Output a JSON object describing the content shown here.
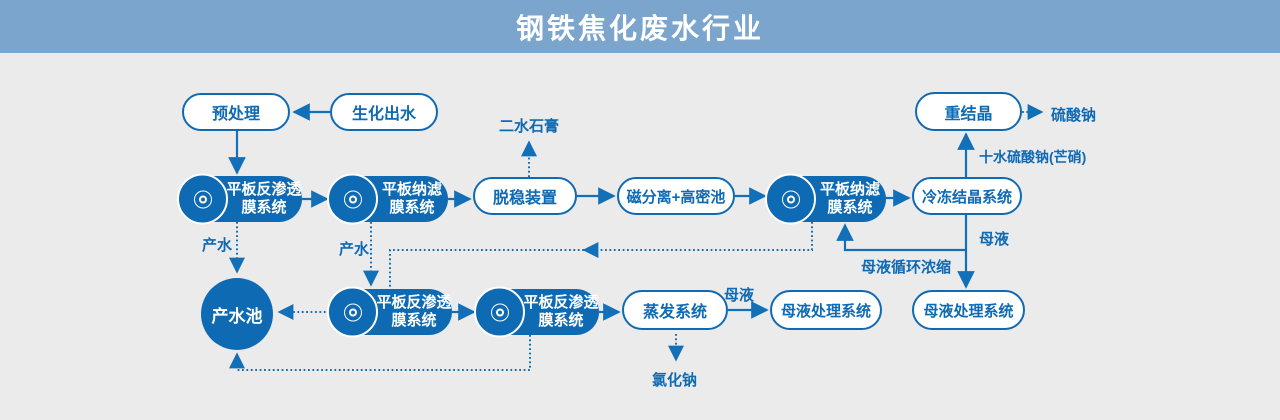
{
  "header": {
    "title": "钢铁焦化废水行业"
  },
  "colors": {
    "accent": "#0f6ab4",
    "header_bg": "#7ba5cd",
    "background": "#ebebec",
    "node_text_light": "#ffffff"
  },
  "nodes": {
    "pretreatment": "预处理",
    "bio_effluent": "生化出水",
    "recrystallization": "重结晶",
    "ro_top": "平板反渗透\n膜系统",
    "nf_top": "平板纳滤\n膜系统",
    "destabilizer": "脱稳装置",
    "mag_separation": "磁分离+高密池",
    "nf_right": "平板纳滤\n膜系统",
    "cryo_crystallization": "冷冻结晶系统",
    "product_water_pond": "产水池",
    "ro_bottom1": "平板反渗透\n膜系统",
    "ro_bottom2": "平板反渗透\n膜系统",
    "evaporation": "蒸发系统",
    "ml_treatment_mid": "母液处理系统",
    "ml_treatment_right": "母液处理系统"
  },
  "labels": {
    "sodium_sulfate": "硫酸钠",
    "mirabilite": "十水硫酸钠(芒硝)",
    "gypsum": "二水石膏",
    "product_water_1": "产水",
    "product_water_2": "产水",
    "mother_liquor_right": "母液",
    "ml_recycle": "母液循环浓缩",
    "mother_liquor_mid": "母液",
    "sodium_chloride": "氯化钠"
  }
}
